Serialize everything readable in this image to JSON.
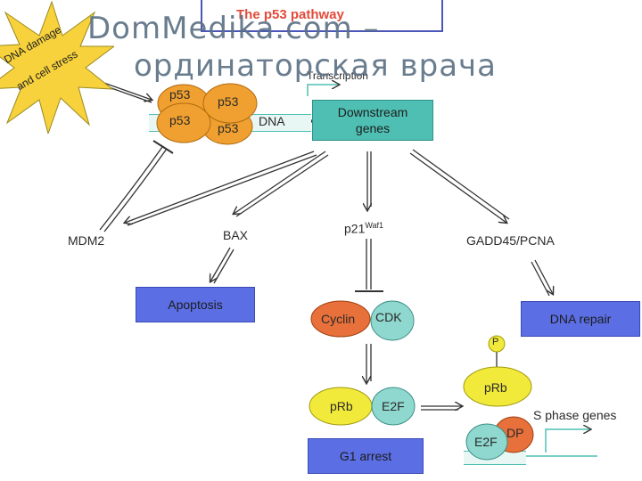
{
  "title": "The p53 pathway",
  "watermark": {
    "line1": "DomMedika.com –",
    "line2": "ординаторская врача"
  },
  "stress_burst": {
    "line1": "DNA damage",
    "line2": "and cell stress"
  },
  "p53_complex": {
    "subunits": [
      "p53",
      "p53",
      "p53",
      "p53"
    ],
    "dna_label": "DNA"
  },
  "transcription_label": "Transcription",
  "downstream": {
    "line1": "Downstream",
    "line2": "genes"
  },
  "targets": {
    "mdm2": "MDM2",
    "bax": "BAX",
    "p21": "p21",
    "p21_sup": "Waf1",
    "gadd45": "GADD45/PCNA"
  },
  "outcomes": {
    "apoptosis": "Apoptosis",
    "dna_repair": "DNA repair",
    "g1_arrest": "G1 arrest"
  },
  "cyclin_cdk": {
    "cyclin": "Cyclin",
    "cdk": "CDK"
  },
  "prb_e2f": {
    "prb": "pRb",
    "e2f": "E2F"
  },
  "released": {
    "p_label": "P",
    "prb": "pRb",
    "e2f": "E2F",
    "dp": "DP",
    "s_phase": "S phase genes"
  },
  "colors": {
    "p53": "#f0a030",
    "blue_box": "#5b6ee3",
    "teal": "#4fbfb3",
    "cyclin": "#e8703a",
    "cdk": "#8fd8cf",
    "prb": "#f2ea3a",
    "e2f": "#8fd8cf",
    "dp": "#e8703a",
    "burst": "#f7d23c",
    "title_text": "#e24a3a"
  }
}
